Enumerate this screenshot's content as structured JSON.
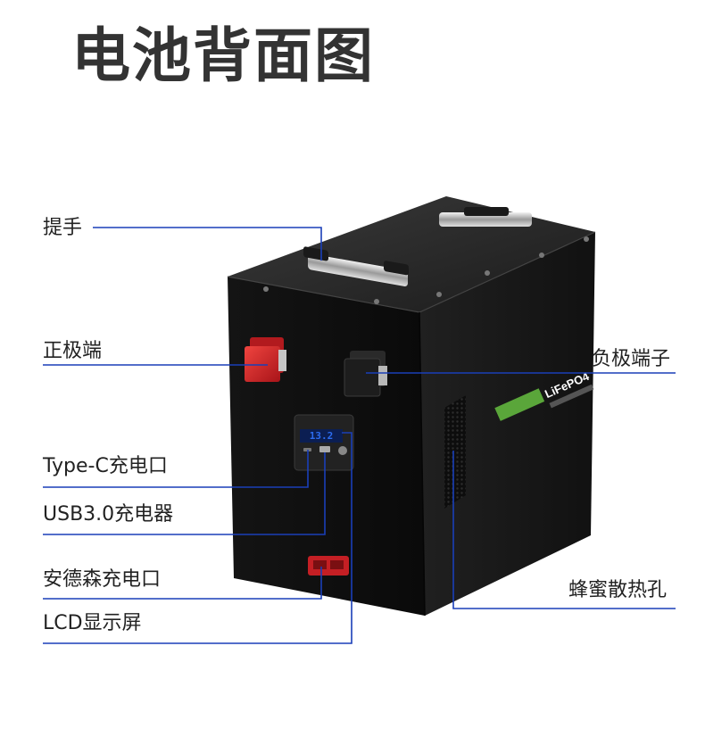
{
  "title": "电池背面图",
  "labels": {
    "handle": "提手",
    "positive": "正极端",
    "negative": "负极端子",
    "typec": "Type-C充电口",
    "usb": "USB3.0充电器",
    "anderson": "安德森充电口",
    "lcd": "LCD显示屏",
    "vent": "蜂蜜散热孔"
  },
  "product": {
    "brand_logo": "LiFePO4",
    "lcd_reading": "13.2"
  },
  "colors": {
    "leader_line": "#1a3fb8",
    "positive_cap": "#d9262b",
    "anderson": "#d9262b",
    "lcd_blue": "#2c6cf0",
    "logo_green": "#5aa63a"
  }
}
